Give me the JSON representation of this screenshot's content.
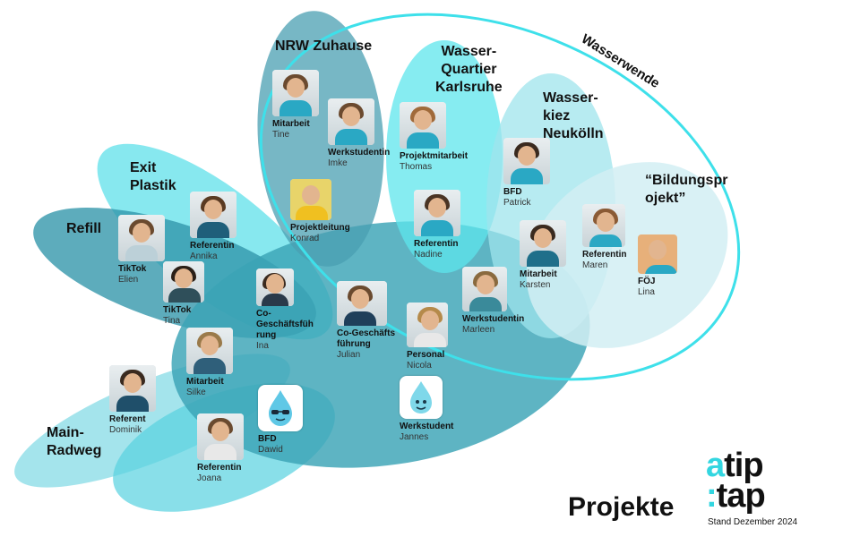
{
  "diagram": {
    "page_title": "Projekte",
    "colors": {
      "teal_dark": "#3aa0b4",
      "teal_mid": "#54bece",
      "cyan": "#5ee6ec",
      "light": "#cfeef3",
      "ring": "#3ee0ea"
    },
    "projects": {
      "nrw": "NRW Zuhause",
      "wq_1": "Wasser-",
      "wq_2": "Quartier",
      "wq_3": "Karlsruhe",
      "wk_1": "Wasser-",
      "wk_2": "kiez",
      "wk_3": "Neukölln",
      "bp_1": "“Bildungspr",
      "bp_2": "ojekt”",
      "ep_1": "Exit",
      "ep_2": "Plastik",
      "refill": "Refill",
      "mr_1": "Main-",
      "mr_2": "Radweg",
      "wasserwende": "Wasserwende"
    },
    "people": [
      {
        "role": "Mitarbeit",
        "name": "Tine"
      },
      {
        "role": "Werkstudentin",
        "name": "Imke"
      },
      {
        "role": "Projektmitarbeit",
        "name": "Thomas"
      },
      {
        "role": "BFD",
        "name": "Patrick"
      },
      {
        "role": "Projektleitung",
        "name": "Konrad"
      },
      {
        "role": "Referentin",
        "name": "Nadine"
      },
      {
        "role": "Referentin",
        "name": "Maren"
      },
      {
        "role": "FÖJ",
        "name": "Lina"
      },
      {
        "role": "Mitarbeit",
        "name": "Karsten"
      },
      {
        "role": "Referentin",
        "name": "Annika"
      },
      {
        "role": "TikTok",
        "name": "Elien"
      },
      {
        "role": "TikTok",
        "name": "Tina"
      },
      {
        "role": "Co-Geschäftsfüh rung",
        "name": "Ina"
      },
      {
        "role": "Co-Geschäfts führung",
        "name": "Julian"
      },
      {
        "role": "Werkstudentin",
        "name": "Marleen"
      },
      {
        "role": "Personal",
        "name": "Nicola"
      },
      {
        "role": "Mitarbeit",
        "name": "Silke"
      },
      {
        "role": "Werkstudent",
        "name": "Jannes"
      },
      {
        "role": "Referent",
        "name": "Dominik"
      },
      {
        "role": "BFD",
        "name": "Dawid"
      },
      {
        "role": "Referentin",
        "name": "Joana"
      }
    ]
  },
  "logo": {
    "line1_accent": "a",
    "line1_text": "tip",
    "line2_accent": ":",
    "line2_text": "tap",
    "date": "Stand Dezember 2024"
  }
}
